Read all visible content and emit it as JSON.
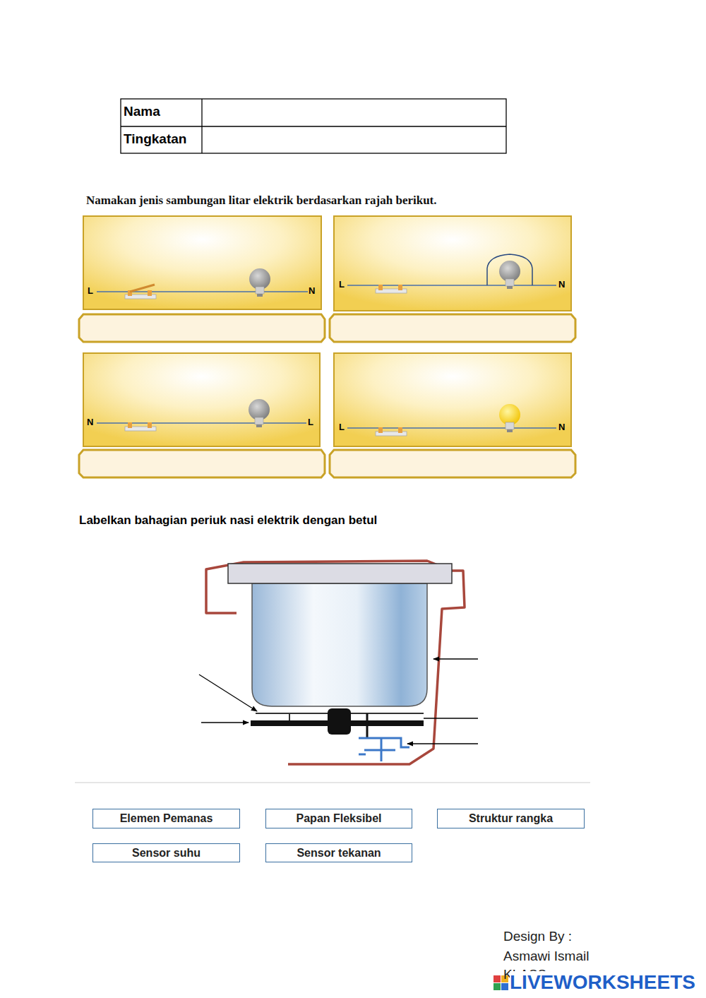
{
  "diagram": {
    "title": "Namakan jenis sambungan litar elektrik berdasarkan rajah berikut.",
    "nodes": [
      {
        "text": [
          "Elemen Pemanas"
        ]
      },
      {
        "text": [
          "Papan Fleksibel"
        ]
      },
      {
        "text": [
          "Struktur rangka"
        ]
      },
      {
        "text": [
          "Sensor suhu"
        ]
      },
      {
        "text": [
          "Sensor tekanan"
        ]
      }
    ],
    "labels": [
      "Nama",
      "Tingkatan",
      "L",
      "N",
      "L",
      "N",
      "N",
      "L",
      "L",
      "N",
      "Labelkan bahagian periuk nasi elektrik dengan betul",
      "Design By :",
      "Asmawi Ismail",
      "KLASS",
      "LIVEWORKSHEETS"
    ]
  }
}
